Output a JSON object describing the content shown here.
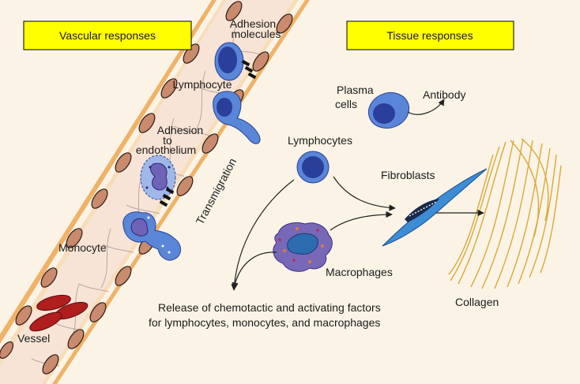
{
  "headers": {
    "vascular": "Vascular responses",
    "tissue": "Tissue responses"
  },
  "labels": {
    "adhesion_molecules_1": "Adhesion",
    "adhesion_molecules_2": "molecules",
    "lymphocyte": "Lymphocyte",
    "adhesion_endothelium_1": "Adhesion",
    "adhesion_endothelium_2": "to",
    "adhesion_endothelium_3": "endothelium",
    "transmigration": "Transmigration",
    "monocyte": "Monocyte",
    "vessel": "Vessel",
    "plasma_cells_1": "Plasma",
    "plasma_cells_2": "cells",
    "antibody": "Antibody",
    "lymphocytes": "Lymphocytes",
    "fibroblasts": "Fibroblasts",
    "macrophages": "Macrophages",
    "collagen": "Collagen",
    "release_1": "Release of chemotactic and activating factors",
    "release_2": "for lymphocytes, monocytes, and macrophages"
  },
  "colors": {
    "background": "#fbf4e6",
    "header_box": "#ffff00",
    "vessel_wall": "#f0b266",
    "vessel_interior": "#f7e4d6",
    "endothelial_cell": "#c98a6e",
    "lymphocyte": "#5a86d8",
    "macrophage": "#7868b8",
    "red_blood_cell": "#b01e1e",
    "collagen": "#d9a83a",
    "fibroblast": "#3d8cd6"
  }
}
